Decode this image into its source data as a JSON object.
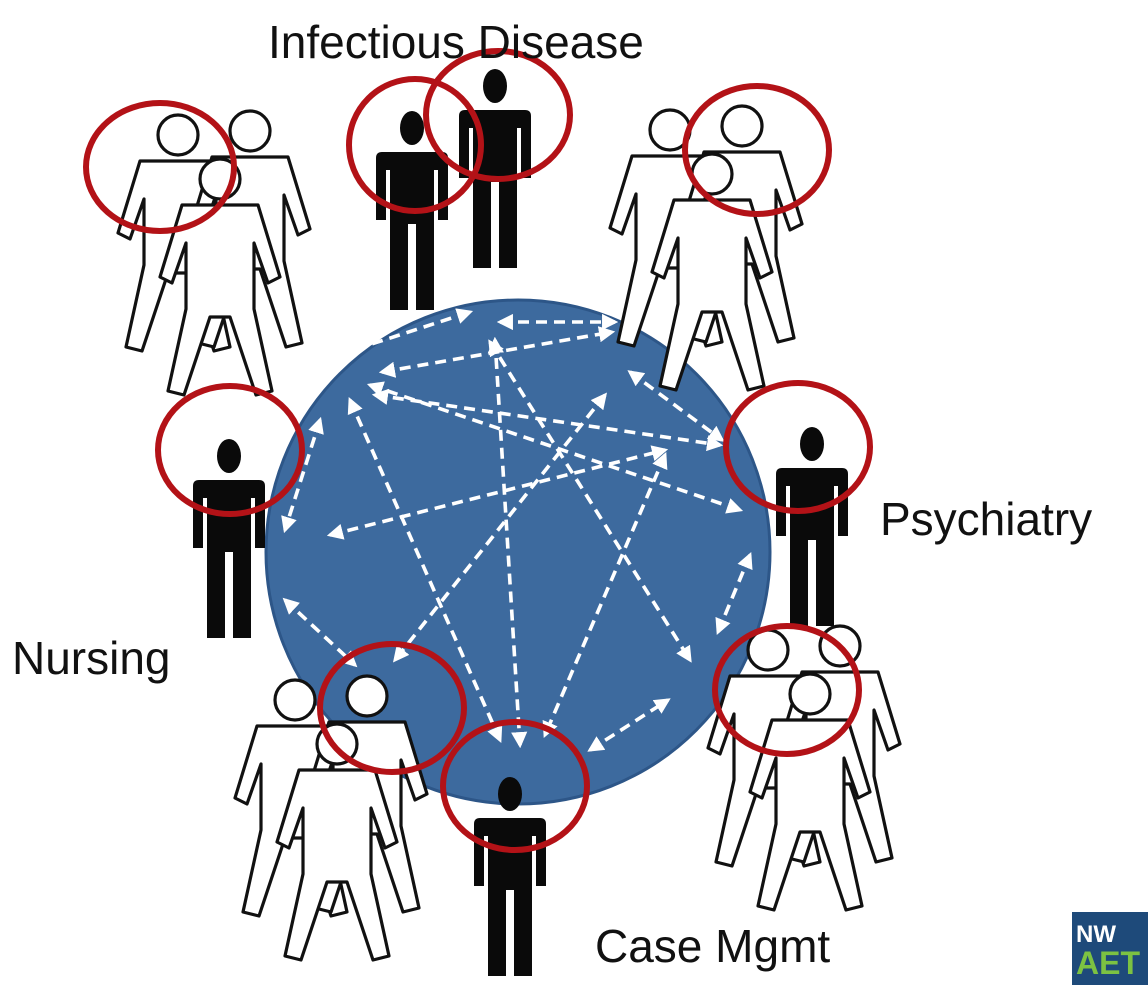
{
  "labels": {
    "top": "Infectious Disease",
    "right": "Psychiatry",
    "left": "Nursing",
    "bottom": "Case Mgmt"
  },
  "logo": {
    "line1": "NW",
    "line2": "AET"
  },
  "colors": {
    "circle_fill": "#3d6a9e",
    "circle_stroke": "#2d5688",
    "highlight_ring": "#b31217",
    "arrow": "#ffffff",
    "person_black": "#0a0a0a",
    "person_outline": "#111111",
    "logo_bg": "#1e4a7a",
    "logo_accent": "#7cc242"
  },
  "icons": {
    "person_dark": "person-black-icon",
    "person_light": "person-outline-icon",
    "ring": "highlight-ring"
  }
}
